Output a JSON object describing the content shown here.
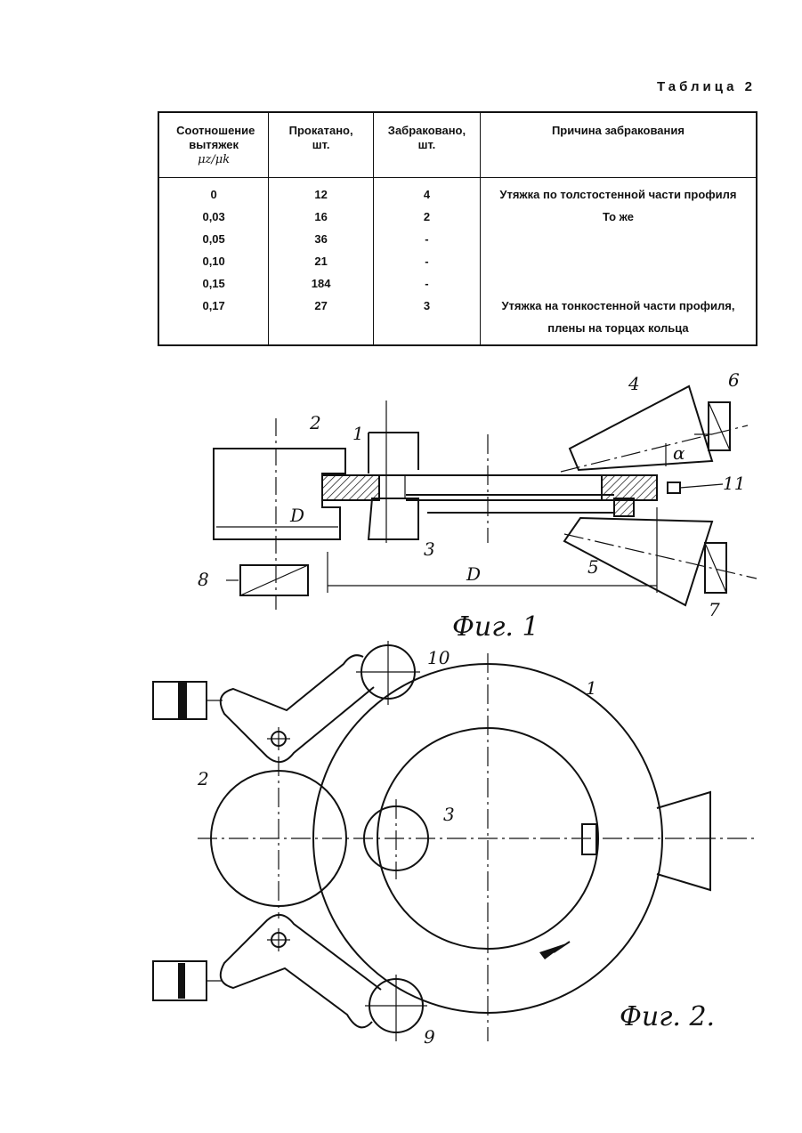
{
  "table_caption": "Таблица 2",
  "table": {
    "headers": [
      "Соотношение вытяжек",
      "Прокатано, шт.",
      "Забраковано, шт.",
      "Причина забракования"
    ],
    "ratio_symbol": "μz/μk",
    "rows": [
      {
        "ratio": "0",
        "rolled": "12",
        "rejected": "4",
        "reason": "Утяжка по толстостенной части профиля"
      },
      {
        "ratio": "0,03",
        "rolled": "16",
        "rejected": "2",
        "reason": "То же"
      },
      {
        "ratio": "0,05",
        "rolled": "36",
        "rejected": "-",
        "reason": ""
      },
      {
        "ratio": "0,10",
        "rolled": "21",
        "rejected": "-",
        "reason": ""
      },
      {
        "ratio": "0,15",
        "rolled": "184",
        "rejected": "-",
        "reason": ""
      },
      {
        "ratio": "0,17",
        "rolled": "27",
        "rejected": "3",
        "reason": "Утяжка на тонкостенной части профиля,"
      },
      {
        "ratio": "",
        "rolled": "",
        "rejected": "",
        "reason": "плены на торцах кольца"
      }
    ]
  },
  "fig1": {
    "caption": "Фиг. 1",
    "labels": [
      "1",
      "2",
      "3",
      "4",
      "5",
      "6",
      "7",
      "8",
      "11"
    ],
    "dim_small": "D",
    "dim_large": "D",
    "angle": "α"
  },
  "fig2": {
    "caption": "Фиг. 2.",
    "labels": [
      "1",
      "2",
      "3",
      "9",
      "10"
    ]
  }
}
